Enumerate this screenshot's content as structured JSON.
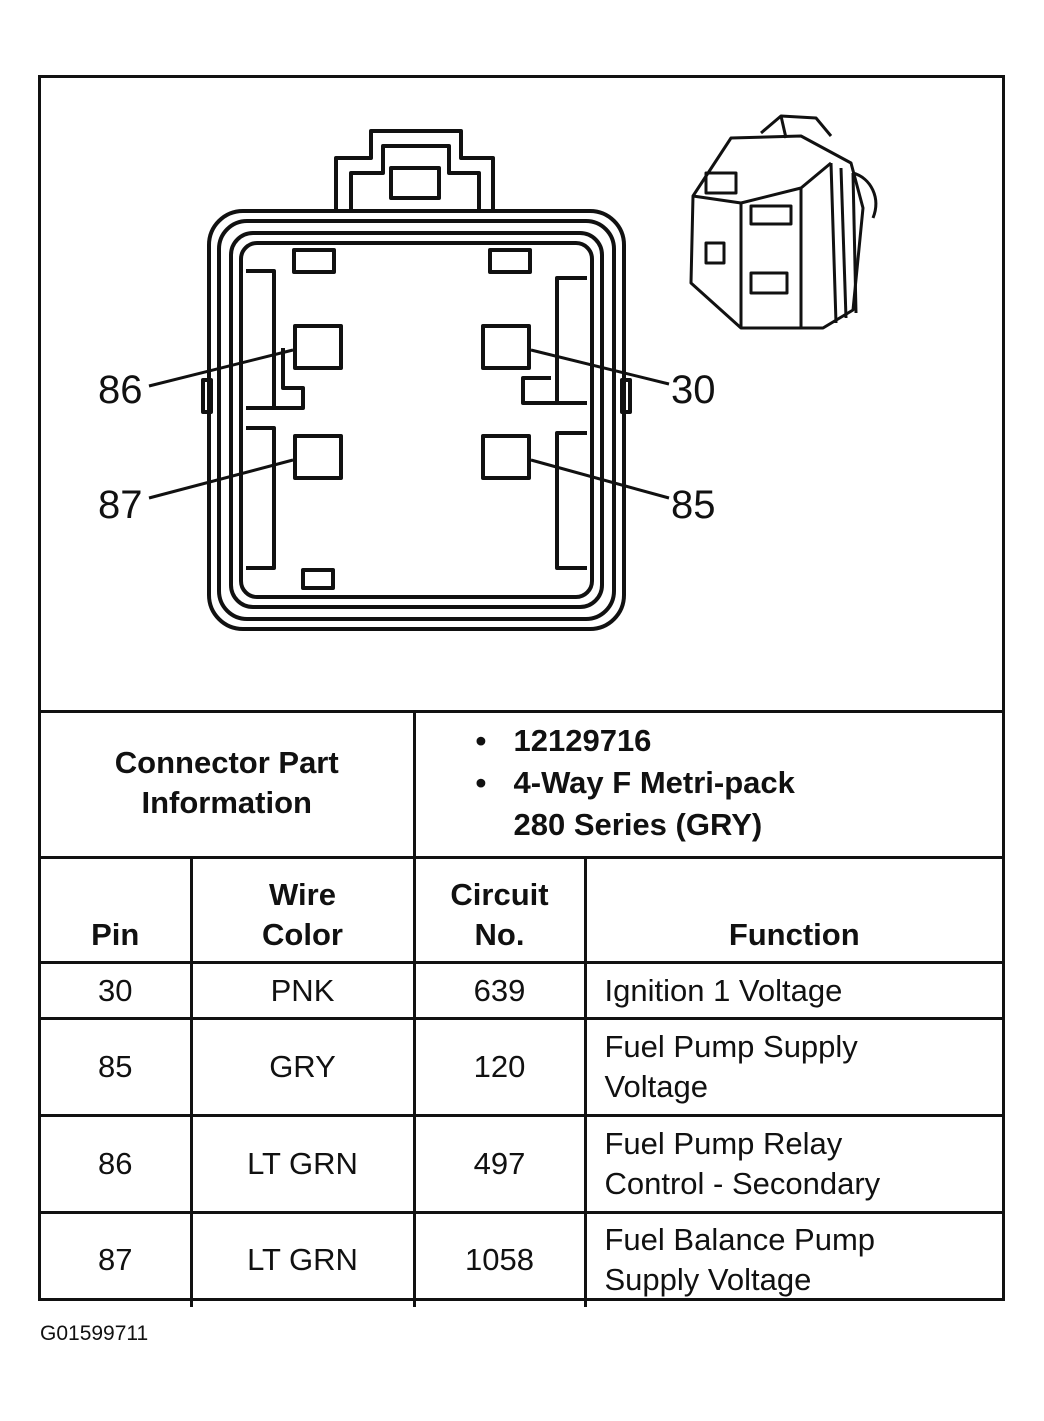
{
  "pins": {
    "p86": "86",
    "p30": "30",
    "p87": "87",
    "p85": "85"
  },
  "connector_info": {
    "label_line1": "Connector Part",
    "label_line2": "Information",
    "part_number": "12129716",
    "description_line1": "4-Way F Metri-pack",
    "description_line2": "280 Series (GRY)"
  },
  "table": {
    "headers": {
      "pin": "Pin",
      "wire_color_line1": "Wire",
      "wire_color_line2": "Color",
      "circuit_line1": "Circuit",
      "circuit_line2": "No.",
      "function": "Function"
    },
    "rows": [
      {
        "pin": "30",
        "wire_color": "PNK",
        "circuit": "639",
        "function_line1": "Ignition 1 Voltage",
        "function_line2": ""
      },
      {
        "pin": "85",
        "wire_color": "GRY",
        "circuit": "120",
        "function_line1": "Fuel Pump Supply",
        "function_line2": "Voltage"
      },
      {
        "pin": "86",
        "wire_color": "LT GRN",
        "circuit": "497",
        "function_line1": "Fuel Pump Relay",
        "function_line2": "Control - Secondary"
      },
      {
        "pin": "87",
        "wire_color": "LT GRN",
        "circuit": "1058",
        "function_line1": "Fuel Balance Pump",
        "function_line2": "Supply Voltage"
      }
    ]
  },
  "image_code": "G01599711"
}
